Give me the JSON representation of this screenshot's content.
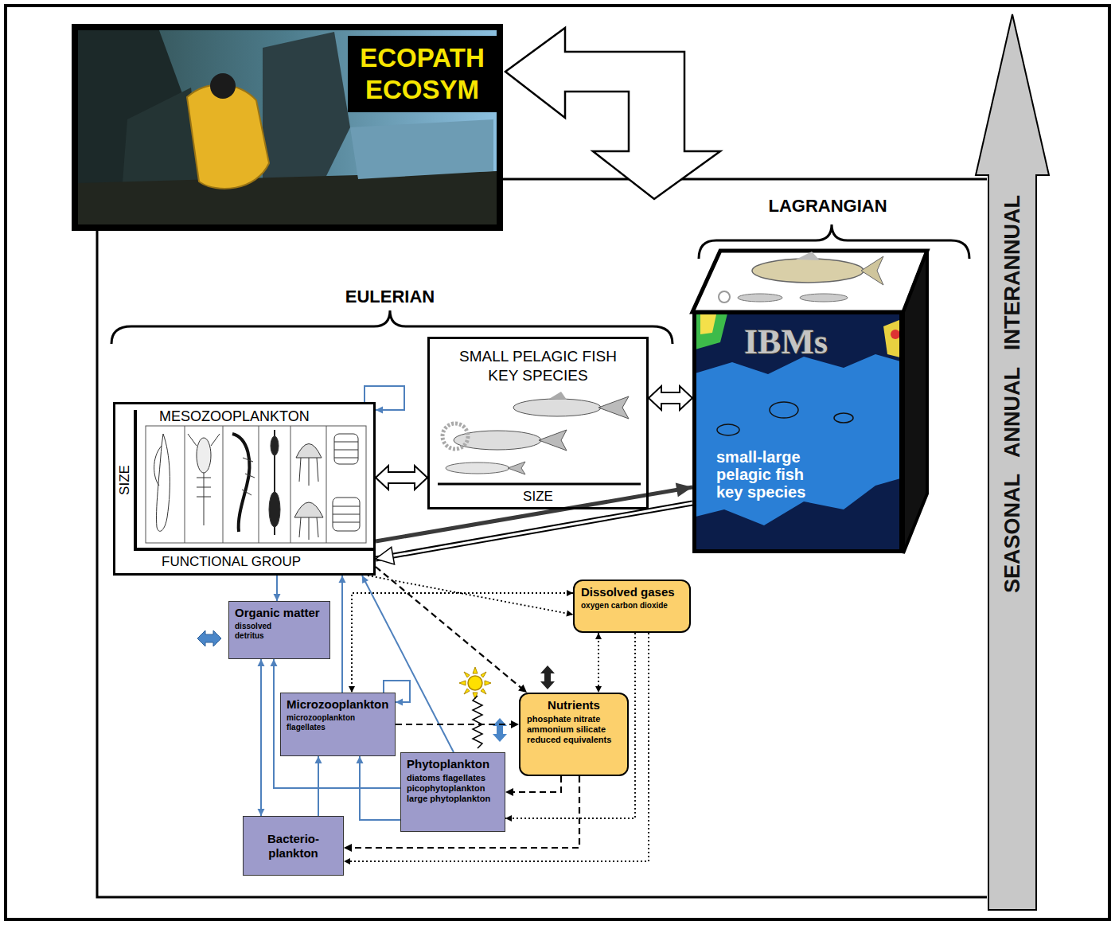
{
  "diagram": {
    "nodes": [
      {
        "text": [
          "ECOPATH ECOSYM"
        ]
      },
      {
        "text": [
          "IBMs",
          "small-large pelagic fish key species"
        ]
      },
      {
        "text": [
          "MESOZOOPLANKTON",
          "SIZE",
          "FUNCTIONAL GROUP"
        ]
      },
      {
        "text": [
          "SMALL PELAGIC FISH KEY SPECIES",
          "SIZE"
        ]
      },
      {
        "text": [
          "Dissolved gases",
          "oxygen carbon dioxide"
        ]
      },
      {
        "text": [
          "Organic matter",
          "dissolved detritus"
        ]
      },
      {
        "text": [
          "Microzooplankton",
          "microzooplankton flagellates"
        ]
      },
      {
        "text": [
          "Nutrients",
          "phosphate nitrate ammonium silicate reduced equivalents"
        ]
      },
      {
        "text": [
          "Phytoplankton",
          "diatoms flagellates picophytoplankton large phytoplankton"
        ]
      },
      {
        "text": [
          "Bacterio- plankton"
        ]
      },
      {
        "text": [
          "SEASONAL ANNUAL INTERANNUAL"
        ]
      }
    ],
    "edges": [
      {
        "from": 2,
        "to": 3,
        "arrow": "both"
      },
      {
        "from": 3,
        "to": 1,
        "arrow": "both"
      },
      {
        "from": 2,
        "to": 1,
        "arrow": "to"
      },
      {
        "from": 1,
        "to": 2,
        "arrow": "to"
      },
      {
        "from": 2,
        "to": 2,
        "arrow": "to"
      },
      {
        "from": 2,
        "to": 5,
        "arrow": "to"
      },
      {
        "from": 6,
        "to": 2,
        "arrow": "to"
      },
      {
        "from": 8,
        "to": 2,
        "arrow": "to"
      },
      {
        "from": 2,
        "to": 4,
        "arrow": "to"
      },
      {
        "from": 2,
        "to": 7,
        "arrow": "to"
      },
      {
        "from": 4,
        "to": 6,
        "arrow": "both"
      },
      {
        "from": 6,
        "to": 6,
        "arrow": "to"
      },
      {
        "from": 6,
        "to": 7,
        "arrow": "to"
      },
      {
        "from": 8,
        "to": 5,
        "arrow": "to"
      },
      {
        "from": 5,
        "to": 9,
        "arrow": "both"
      },
      {
        "from": 9,
        "to": 6,
        "arrow": "to"
      },
      {
        "from": 8,
        "to": 6,
        "arrow": "to"
      },
      {
        "from": 7,
        "to": 8,
        "arrow": "to"
      },
      {
        "from": 4,
        "to": 8,
        "arrow": "to"
      },
      {
        "from": 7,
        "to": 9,
        "arrow": "to"
      },
      {
        "from": 4,
        "to": 9,
        "arrow": "to"
      },
      {
        "from": 4,
        "to": 7,
        "arrow": "both"
      }
    ],
    "labels": [
      "EULERIAN",
      "LAGRANGIAN"
    ]
  }
}
